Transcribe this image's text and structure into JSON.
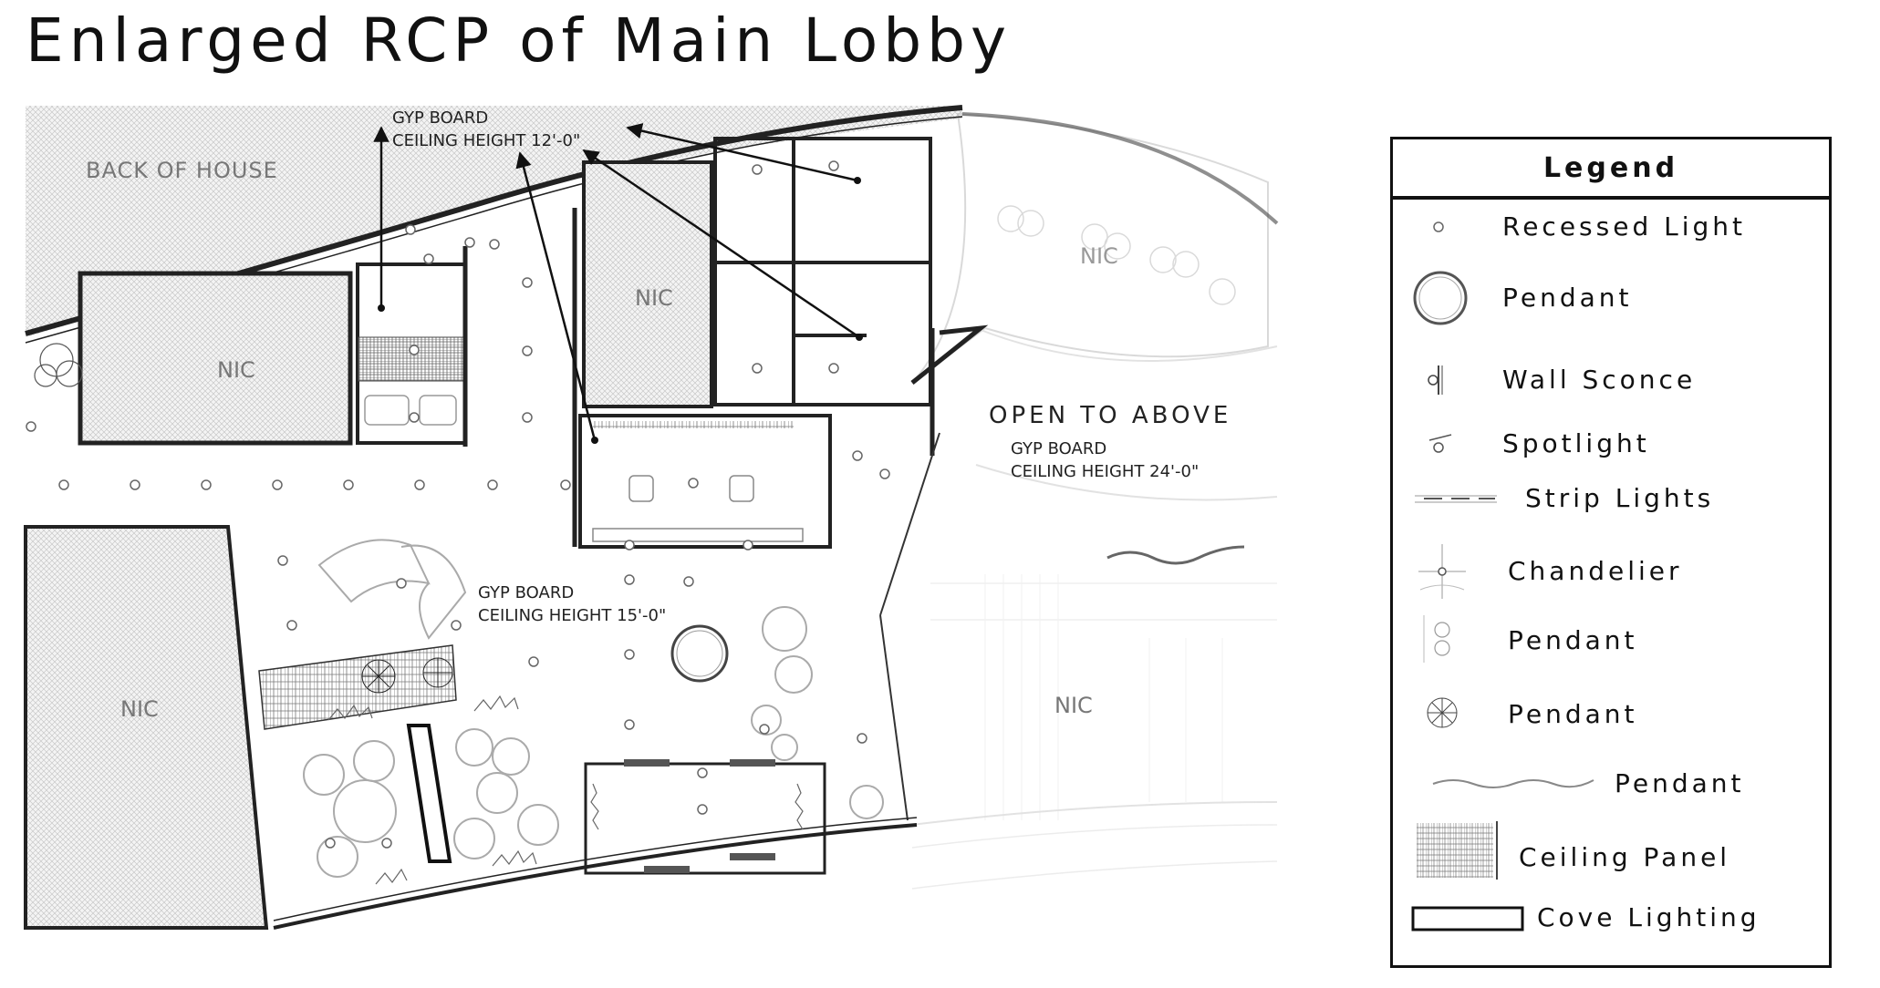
{
  "title": "Enlarged RCP of Main Lobby",
  "plan": {
    "labels": {
      "back_of_house": "BACK OF HOUSE",
      "nic_1": "NIC",
      "nic_2": "NIC",
      "nic_3": "NIC",
      "nic_4": "NIC",
      "nic_5": "NIC",
      "open_to_above": "OPEN TO ABOVE"
    },
    "notes": {
      "gyp12_a": "GYP BOARD",
      "gyp12_b": "CEILING HEIGHT 12'-0\"",
      "gyp15_a": "GYP BOARD",
      "gyp15_b": "CEILING HEIGHT 15'-0\"",
      "gyp24_a": "GYP BOARD",
      "gyp24_b": "CEILING HEIGHT 24'-0\""
    }
  },
  "legend": {
    "title": "Legend",
    "items": [
      {
        "symbol": "recessed-light-icon",
        "label": "Recessed Light"
      },
      {
        "symbol": "pendant-ring-icon",
        "label": "Pendant"
      },
      {
        "symbol": "wall-sconce-icon",
        "label": "Wall Sconce"
      },
      {
        "symbol": "spotlight-icon",
        "label": "Spotlight"
      },
      {
        "symbol": "strip-lights-icon",
        "label": "Strip Lights"
      },
      {
        "symbol": "chandelier-icon",
        "label": "Chandelier"
      },
      {
        "symbol": "pendant-double-icon",
        "label": "Pendant"
      },
      {
        "symbol": "pendant-radial-icon",
        "label": "Pendant"
      },
      {
        "symbol": "pendant-wave-icon",
        "label": "Pendant"
      },
      {
        "symbol": "ceiling-panel-icon",
        "label": "Ceiling Panel"
      },
      {
        "symbol": "cove-lighting-icon",
        "label": "Cove Lighting"
      }
    ]
  }
}
